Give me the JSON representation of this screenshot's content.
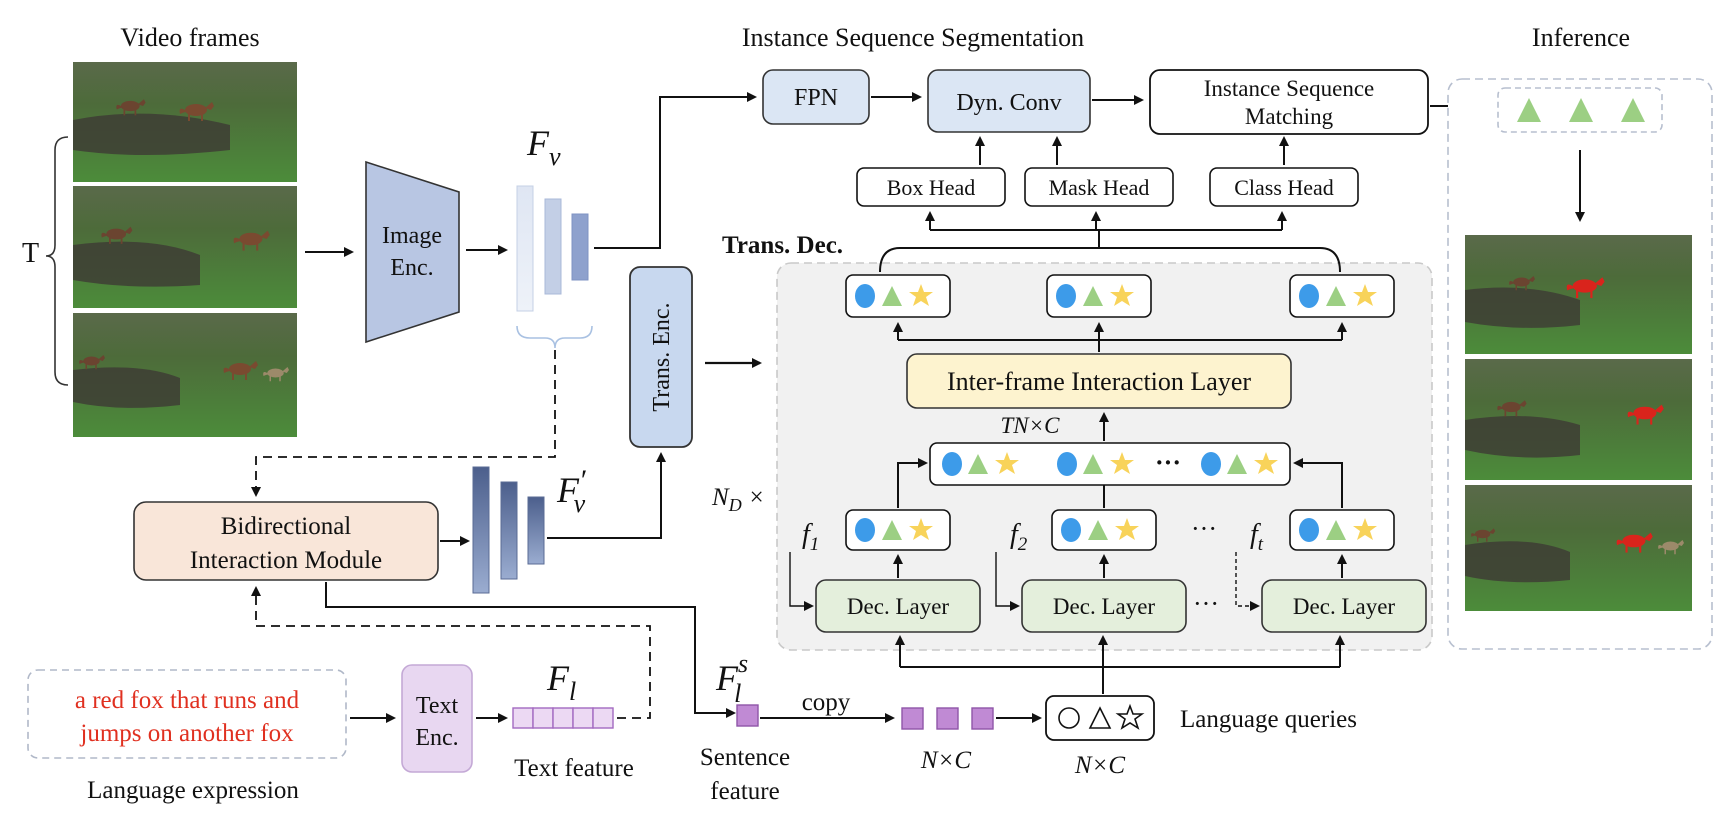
{
  "sections": {
    "video_frames": "Video frames",
    "segmentation": "Instance Sequence Segmentation",
    "inference": "Inference",
    "trans_dec": "Trans. Dec."
  },
  "labels": {
    "t": "T",
    "image_enc_1": "Image",
    "image_enc_2": "Enc.",
    "trans_enc": "Trans. Enc.",
    "fpn": "FPN",
    "dyn_conv": "Dyn. Conv",
    "matching_1": "Instance Sequence",
    "matching_2": "Matching",
    "box_head": "Box Head",
    "mask_head": "Mask Head",
    "class_head": "Class Head",
    "inter_frame": "Inter-frame Interaction Layer",
    "tn_c": "TN×C",
    "ellipsis": "···",
    "nd_times": "N",
    "nd_sub": "D",
    "nd_x": " ×",
    "f1": "f",
    "f1_sub": "1",
    "f2": "f",
    "f2_sub": "2",
    "ft": "f",
    "ft_sub": "t",
    "dec_layer": "Dec. Layer",
    "bim_1": "Bidirectional",
    "bim_2": "Interaction Module",
    "text_enc_1": "Text",
    "text_enc_2": "Enc.",
    "text_feature": "Text feature",
    "sentence_feature_1": "Sentence",
    "sentence_feature_2": "feature",
    "copy": "copy",
    "nxc": "N×C",
    "language_queries": "Language queries",
    "language_expression": "Language expression",
    "expr_1": "a red fox that runs and",
    "expr_2": "jumps on another fox",
    "fv": "F",
    "fv_sub": "v",
    "fvp": "F",
    "fvp_sub": "v",
    "fvp_prime": "′",
    "fl": "F",
    "fl_sub": "l",
    "fls": "F",
    "fls_sub": "l",
    "fls_sup": "s"
  },
  "colors": {
    "image_enc": "#b8c6e3",
    "trans_enc": "#c8d8ef",
    "fpn": "#dbe6f4",
    "head_box": "#ffffff",
    "inter_frame": "#fdf3cf",
    "dec_layer": "#e4efdc",
    "bim": "#f9e6d9",
    "text_enc": "#e8d7f1",
    "token": "#c08ad4",
    "expr_text": "#e03020",
    "circle": "#3d9be9",
    "triangle": "#9ccf83",
    "star": "#f8d35a",
    "trans_dec_bg": "#f1f1f1",
    "fox_red": "#d9241c"
  }
}
